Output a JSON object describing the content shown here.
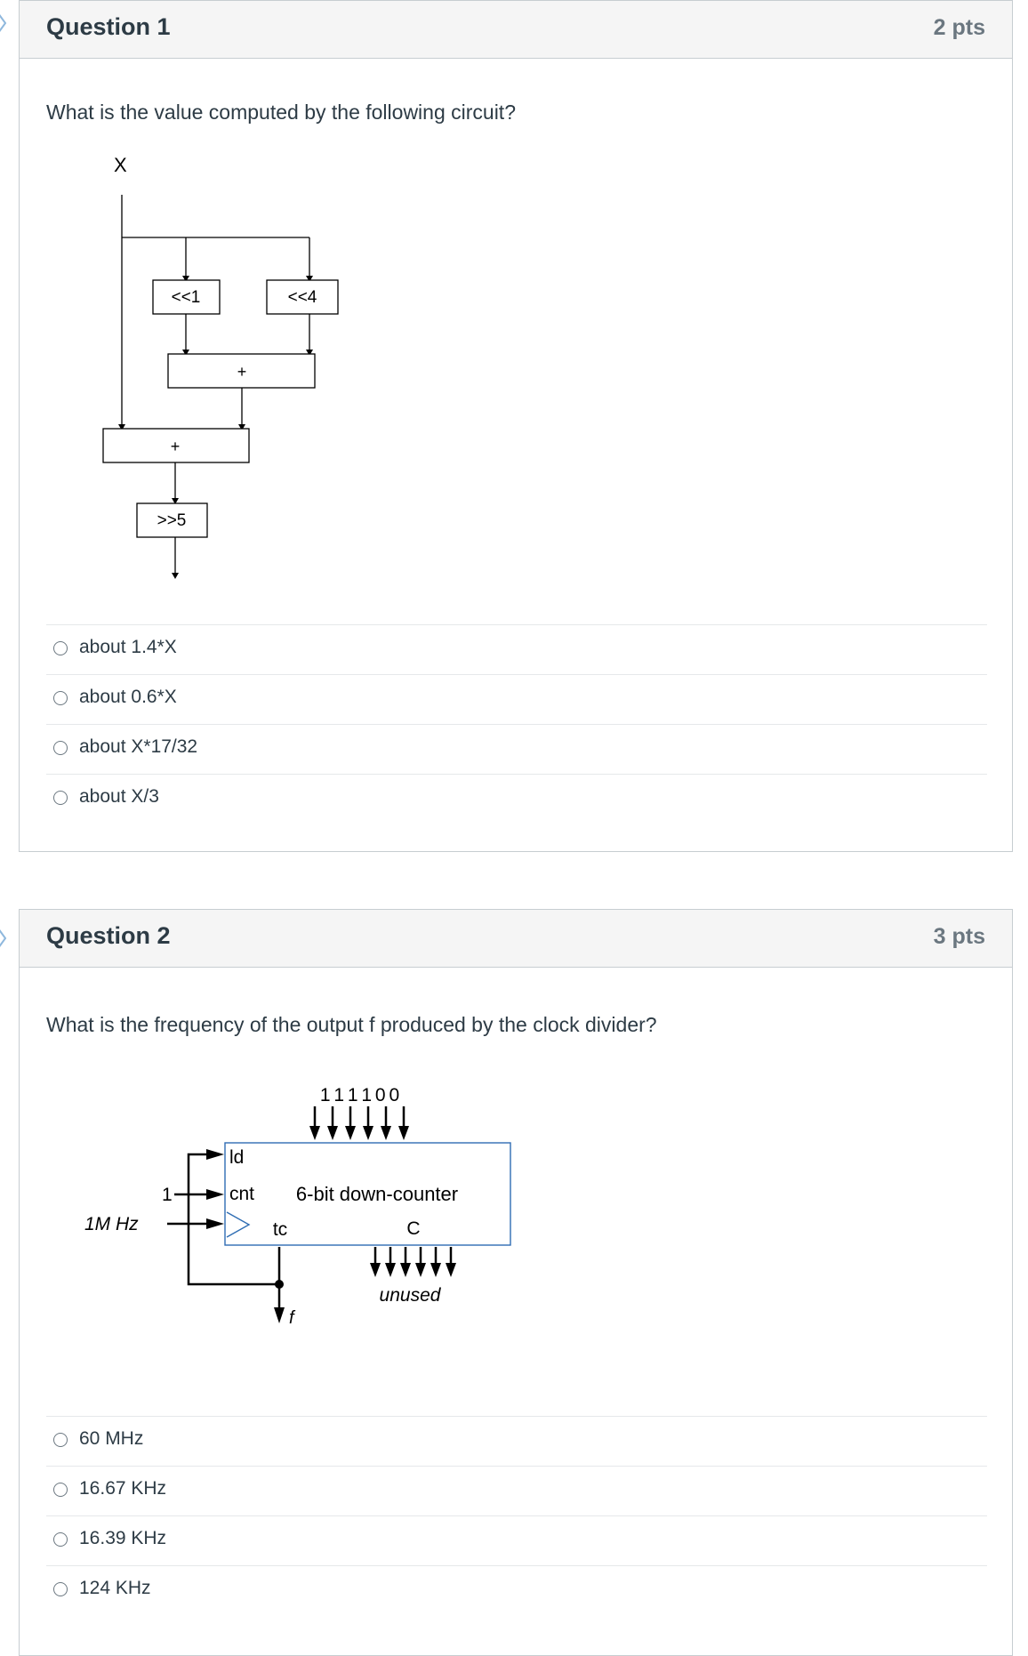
{
  "questions": [
    {
      "title": "Question 1",
      "points": "2 pts",
      "text": "What is the value computed by the following circuit?",
      "diagram": {
        "input_label": "X",
        "shift_left_1": "<<1",
        "shift_left_4": "<<4",
        "adder_top": "+",
        "adder_bottom": "+",
        "shift_right_5": ">>5"
      },
      "answers": [
        "about 1.4*X",
        "about 0.6*X",
        "about X*17/32",
        "about X/3"
      ]
    },
    {
      "title": "Question 2",
      "points": "3 pts",
      "text": "What is the frequency of the output f produced by the clock divider?",
      "diagram": {
        "load_value_bits": "1 1 1 1 0 0",
        "ld_label": "ld",
        "cnt_label": "cnt",
        "cnt_input": "1",
        "clock_input": "1M Hz",
        "counter_label": "6-bit down-counter",
        "tc_label": "tc",
        "c_label": "C",
        "unused_label": "unused",
        "output_label": "f"
      },
      "answers": [
        "60 MHz",
        "16.67 KHz",
        "16.39 KHz",
        "124 KHz"
      ]
    }
  ]
}
